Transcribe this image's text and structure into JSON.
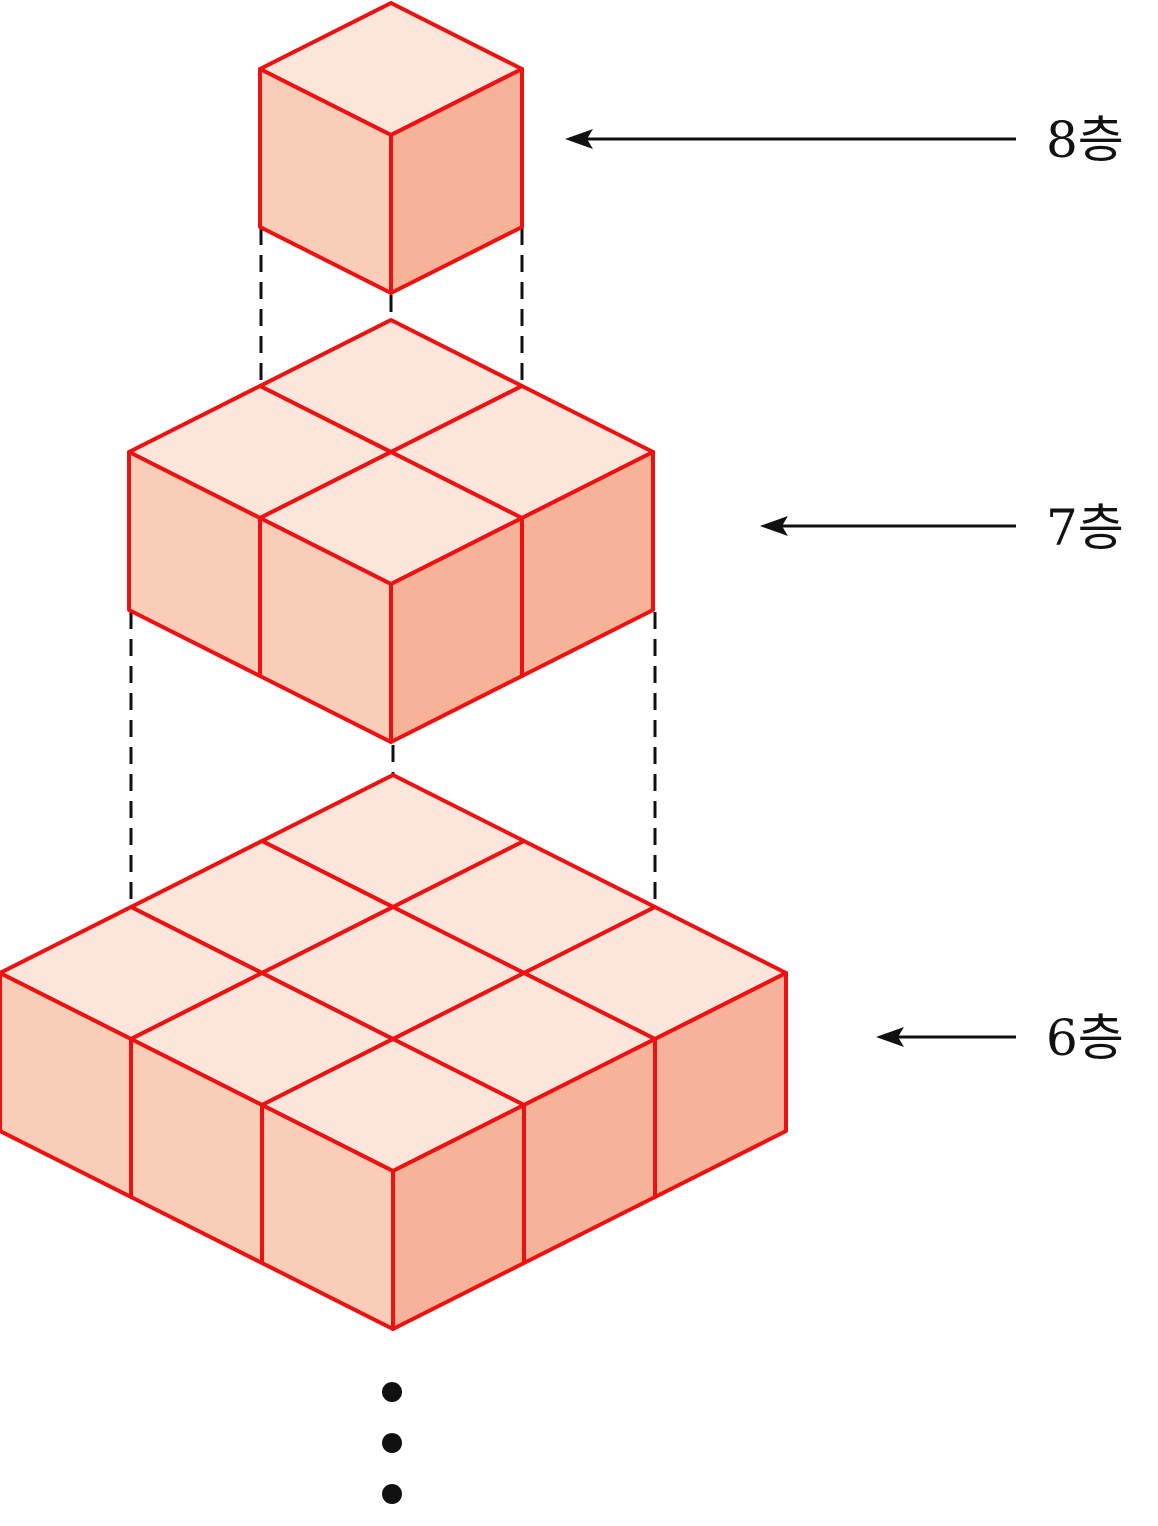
{
  "colors": {
    "edge": "#ee1111",
    "top_face": "#fce5da",
    "left_face": "#f9cdb8",
    "right_face": "#f6b39a",
    "guide_line": "#111111",
    "arrow": "#111111",
    "dot": "#111111"
  },
  "layers": [
    {
      "id": "top",
      "grid": 1,
      "label": "8층"
    },
    {
      "id": "middle",
      "grid": 2,
      "label": "7층"
    },
    {
      "id": "bottom",
      "grid": 3,
      "label": "6층"
    }
  ],
  "continuation_dots": 3
}
